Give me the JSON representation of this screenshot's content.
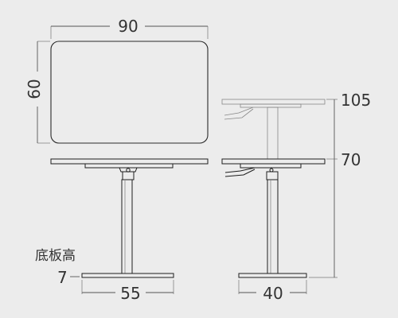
{
  "dimensions": {
    "top_width": "90",
    "top_depth": "60",
    "base_width": "55",
    "base_depth": "40",
    "height_max": "105",
    "height_min": "70",
    "base_plate_height": "7"
  },
  "labels": {
    "base_plate": "底板高"
  },
  "colors": {
    "background": "#ececec",
    "line": "#1e1e1e",
    "ghost_line": "#888888",
    "dimension_line": "#555555",
    "text": "#333333"
  }
}
